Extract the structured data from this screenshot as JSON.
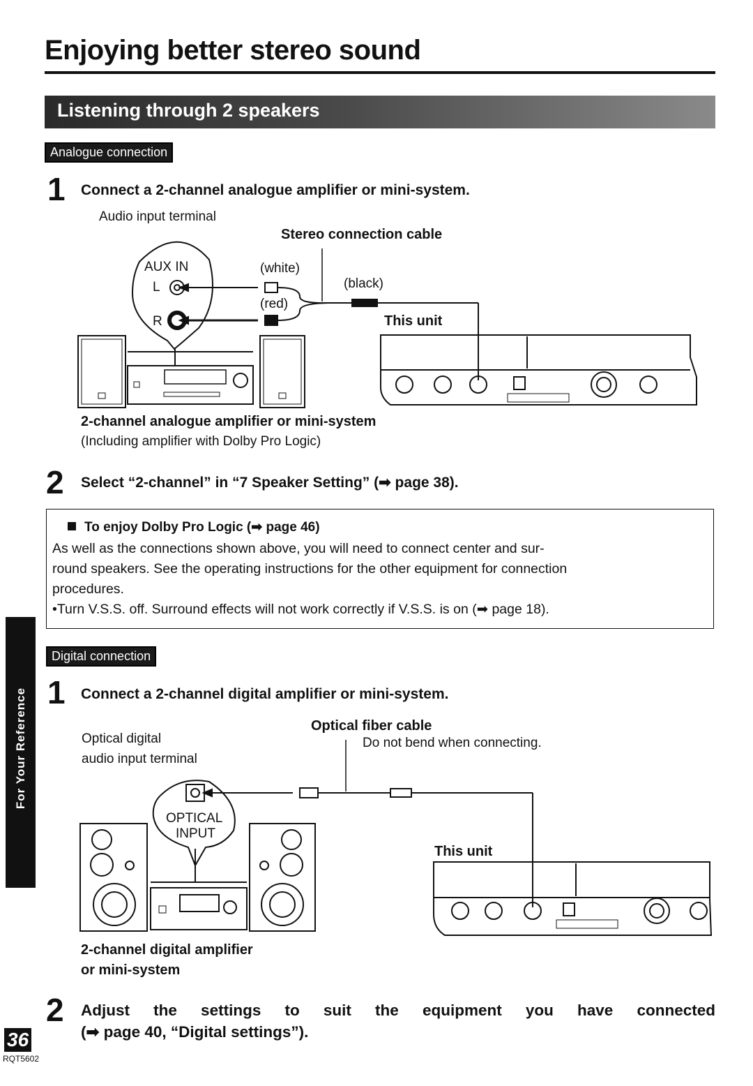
{
  "title": "Enjoying better stereo sound",
  "section": "Listening through 2 speakers",
  "analogue": {
    "tag": "Analogue connection",
    "step1": {
      "num": "1",
      "text": "Connect a 2-channel analogue amplifier or mini-system."
    },
    "labels": {
      "audio_input": "Audio input terminal",
      "cable": "Stereo connection cable",
      "aux_in": "AUX IN",
      "l": "L",
      "r": "R",
      "white": "(white)",
      "red": "(red)",
      "black": "(black)",
      "this_unit": "This unit",
      "amp": "2-channel analogue amplifier or mini-system",
      "amp_note": "(Including amplifier with Dolby Pro Logic)"
    },
    "step2": {
      "num": "2",
      "text": "Select “2-channel” in “7 Speaker Setting” (➡ page 38)."
    }
  },
  "note": {
    "heading": "To enjoy Dolby Pro Logic (➡ page 46)",
    "line1": "As well as the connections shown above, you will need to connect center and sur-",
    "line2": "round speakers. See the operating instructions for the other equipment for connection",
    "line3": "procedures.",
    "line4": "•Turn V.S.S. off. Surround effects will not work correctly if V.S.S. is on (➡  page 18)."
  },
  "digital": {
    "tag": "Digital connection",
    "step1": {
      "num": "1",
      "text": "Connect a 2-channel digital amplifier or mini-system."
    },
    "labels": {
      "optical_in_1": "Optical digital",
      "optical_in_2": "audio input terminal",
      "cable": "Optical fiber cable",
      "bend": "Do not bend when connecting.",
      "optical": "OPTICAL",
      "input": "INPUT",
      "this_unit": "This unit",
      "amp_1": "2-channel digital amplifier",
      "amp_2": "or mini-system"
    },
    "step2": {
      "num": "2",
      "line1": "Adjust the settings to suit the equipment you have connected",
      "line2": "(➡ page 40, “Digital settings”)."
    }
  },
  "side_tab": "For Your Reference",
  "page_number": "36",
  "doc_code": "RQT5602"
}
